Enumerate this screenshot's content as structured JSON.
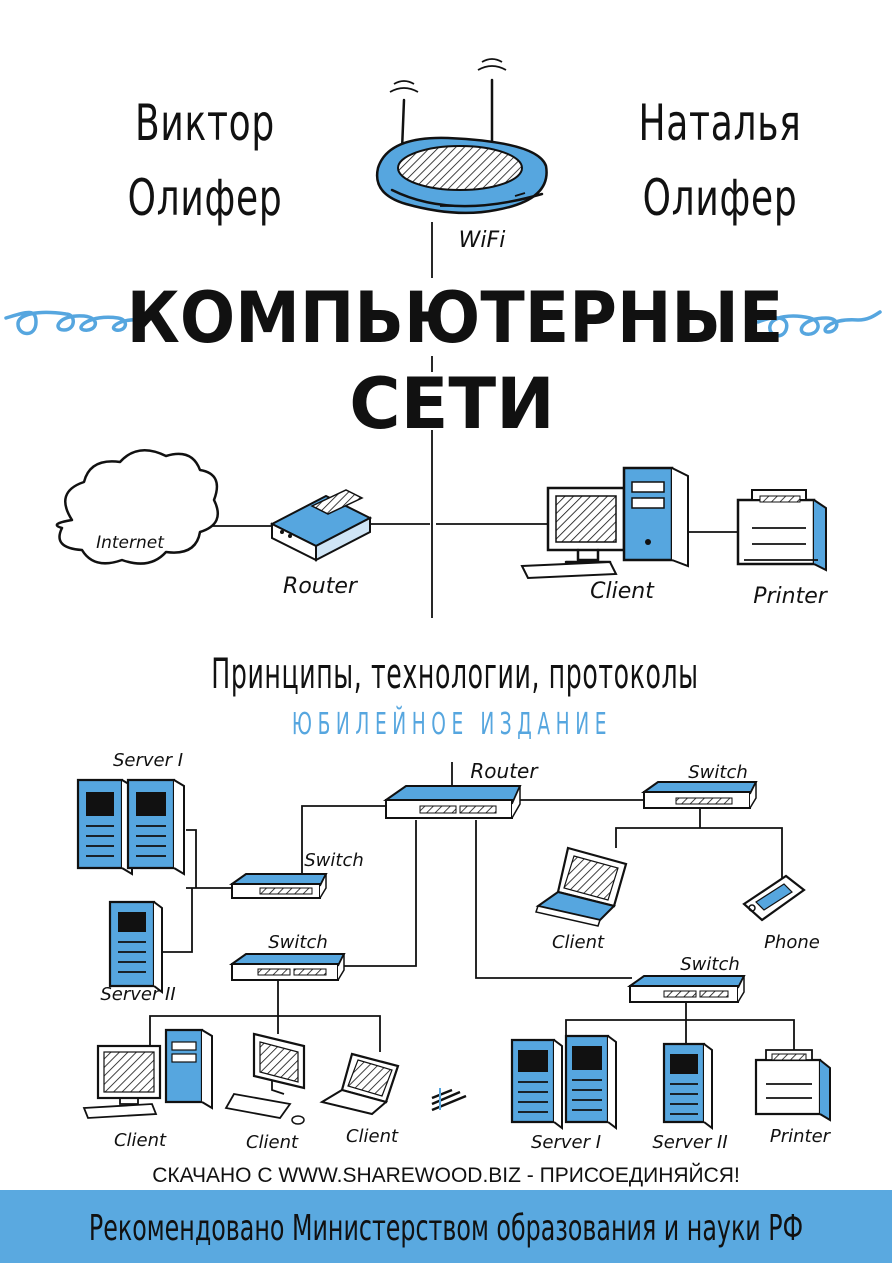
{
  "authors": {
    "left_first": "Виктор",
    "left_last": "Олифер",
    "right_first": "Наталья",
    "right_last": "Олифер"
  },
  "title": {
    "line1": "КОМПЬЮТЕРНЫЕ",
    "line2": "СЕТИ"
  },
  "subtitle": "Принципы, технологии, протоколы",
  "edition": "ЮБИЛЕЙНОЕ ИЗДАНИЕ",
  "top_diagram": {
    "wifi": "WiFi",
    "internet": "Internet",
    "router": "Router",
    "client": "Client",
    "printer": "Printer"
  },
  "bottom_diagram": {
    "server_1_top": "Server I",
    "server_2_left": "Server II",
    "router": "Router",
    "switch_top_right": "Switch",
    "switch_left_1": "Switch",
    "switch_left_2": "Switch",
    "switch_bottom_right": "Switch",
    "client_laptop": "Client",
    "phone": "Phone",
    "client_a": "Client",
    "client_b": "Client",
    "client_c": "Client",
    "server_1_bottom": "Server I",
    "server_2_bottom": "Server II",
    "printer_bottom": "Printer"
  },
  "watermark": "СКАЧАНО С WWW.SHAREWOOD.BIZ - ПРИСОЕДИНЯЙСЯ!",
  "footer": "Рекомендовано Министерством образования и науки РФ",
  "colors": {
    "accent_blue": "#56a6df",
    "ink": "#111111",
    "footer_band": "#5aa9e0"
  }
}
